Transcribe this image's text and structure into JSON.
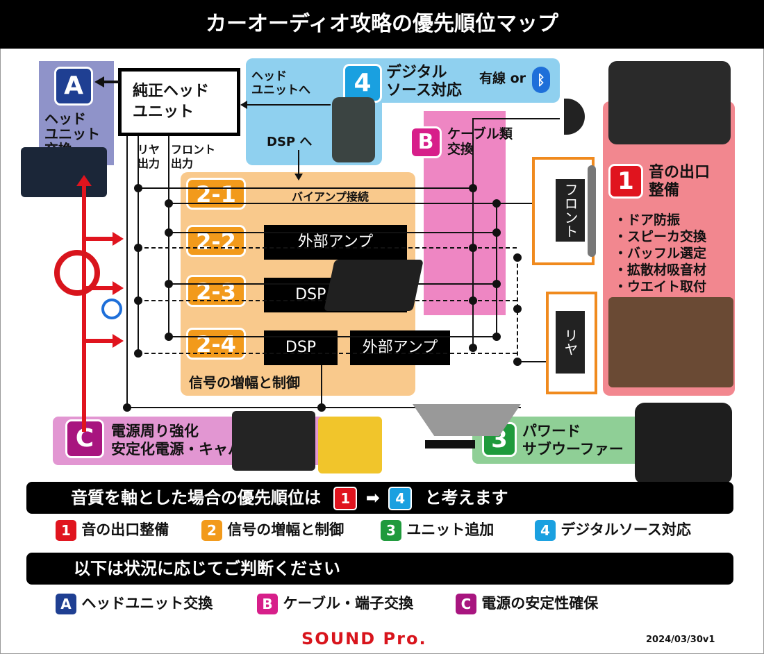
{
  "title": "カーオーディオ攻略の優先順位マップ",
  "zones": {
    "A": {
      "badge": "A",
      "label": "ヘッド\nユニット\n交換"
    },
    "B": {
      "badge": "B",
      "label": "ケーブル類\n交換"
    },
    "C": {
      "badge": "C",
      "label": "電源周り強化\n安定化電源・キャパシンタ導入"
    },
    "one": {
      "badge": "1",
      "label": "音の出口\n整備",
      "items": [
        "・ドア防振",
        "・スピーカ交換",
        "・バッフル選定",
        "・拡散材吸音材",
        "・ウエイト取付"
      ]
    },
    "two": {
      "label": "信号の増幅と制御",
      "items": [
        {
          "badge": "2-1",
          "text": "バイアンプ接続"
        },
        {
          "badge": "2-2",
          "text": "外部アンプ"
        },
        {
          "badge": "2-3",
          "text": "DSP アンプ"
        },
        {
          "badge": "2-4",
          "text": "DSP",
          "text2": "外部アンプ"
        }
      ]
    },
    "three": {
      "badge": "3",
      "label": "パワード\nサブウーファー"
    },
    "four": {
      "badge": "4",
      "label": "デジタル\nソース対応",
      "wired": "有線 or",
      "bluetooth": "ᛒ"
    }
  },
  "head_unit": {
    "label": "純正ヘッド\nユニット",
    "to_head": "ヘッド\nユニットへ",
    "to_dsp": "DSP へ",
    "rear_out": "リヤ\n出力",
    "front_out": "フロント\n出力"
  },
  "speakers": {
    "front": "フロント",
    "rear": "リヤ"
  },
  "priority_bar": {
    "text": "音質を軸とした場合の優先順位は",
    "from": "1",
    "to": "4",
    "suffix": "と考えます"
  },
  "priority_legend": [
    {
      "num": "1",
      "text": "音の出口整備",
      "color": "#e0141e"
    },
    {
      "num": "2",
      "text": "信号の増幅と制御",
      "color": "#f29a1b"
    },
    {
      "num": "3",
      "text": "ユニット追加",
      "color": "#1f9a3c"
    },
    {
      "num": "4",
      "text": "デジタルソース対応",
      "color": "#1aa0e0"
    }
  ],
  "situational_bar": {
    "text": "以下は状況に応じてご判断ください"
  },
  "situational_legend": [
    {
      "num": "A",
      "text": "ヘッドユニット交換",
      "color": "#1f3f92"
    },
    {
      "num": "B",
      "text": "ケーブル・端子交換",
      "color": "#d71f8a"
    },
    {
      "num": "C",
      "text": "電源の安定性確保",
      "color": "#a8157f"
    }
  ],
  "brand": "SOUND Pro.",
  "version": "2024/03/30v1"
}
